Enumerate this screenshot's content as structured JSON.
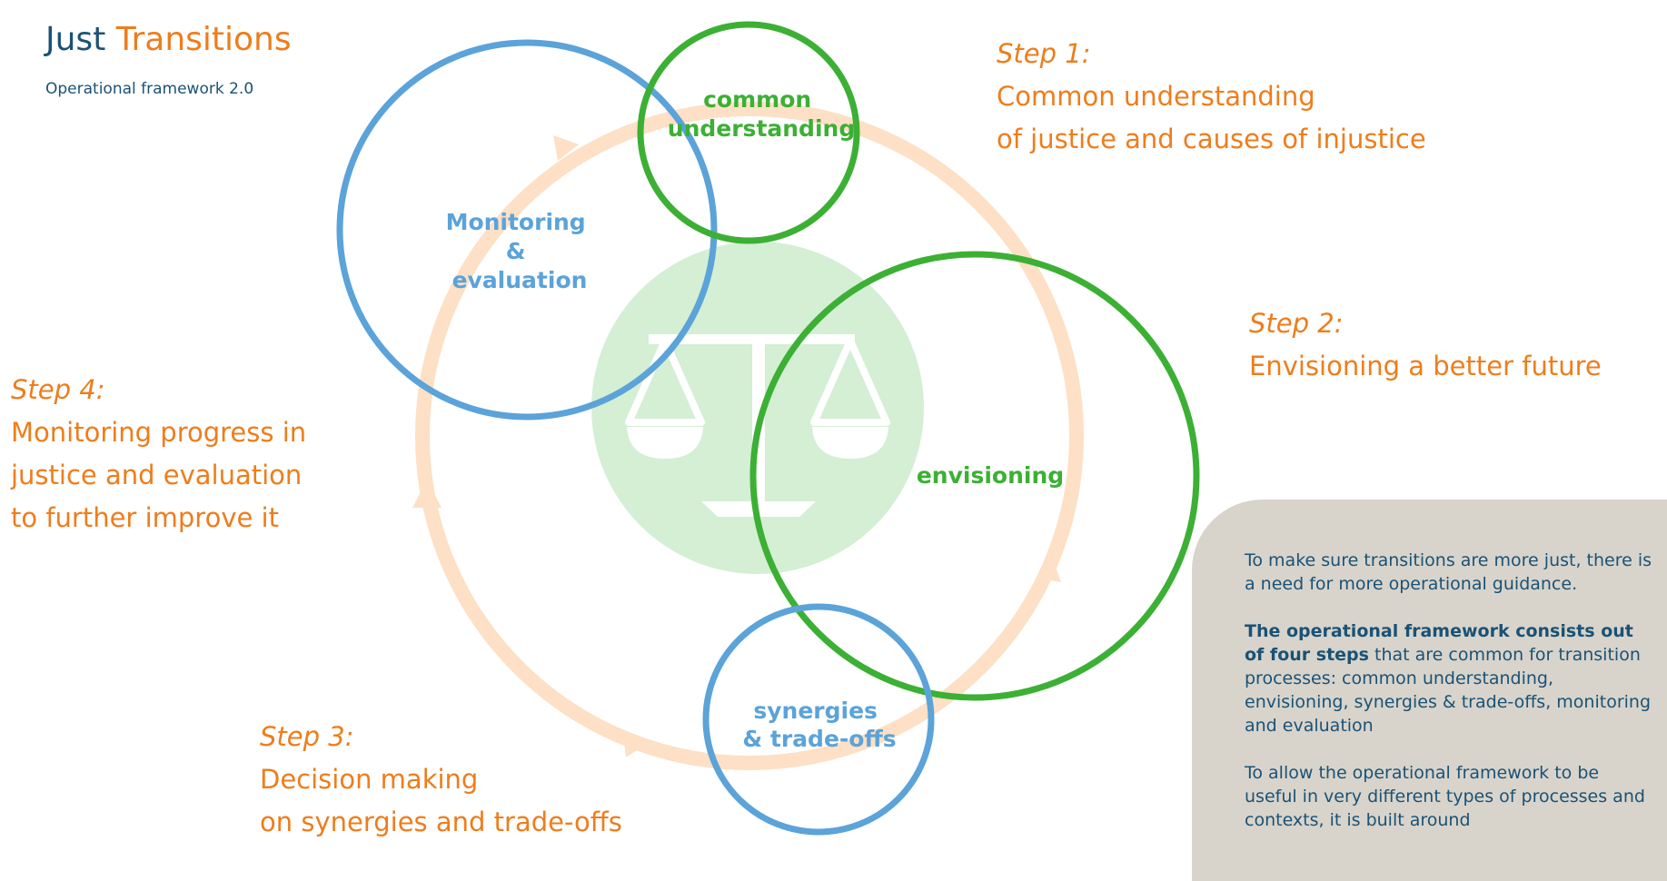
{
  "header": {
    "title_part1": "Just",
    "title_part2": "Transitions",
    "subtitle": "Operational framework 2.0"
  },
  "steps": [
    {
      "label": "Step 1:",
      "lines": [
        "Common understanding",
        "of justice and causes of injustice"
      ]
    },
    {
      "label": "Step 2:",
      "lines": [
        "Envisioning a better future"
      ]
    },
    {
      "label": "Step 3:",
      "lines": [
        "Decision making",
        "on synergies and trade-offs"
      ]
    },
    {
      "label": "Step 4:",
      "lines": [
        "Monitoring progress in",
        "justice and evaluation",
        "to further improve it"
      ]
    }
  ],
  "diagram": {
    "nodes": {
      "common": [
        "common",
        "understanding"
      ],
      "envisioning": [
        "envisioning"
      ],
      "synergies": [
        "synergies",
        "& trade-offs"
      ],
      "monitoring": [
        "Monitoring",
        "&",
        "evaluation"
      ]
    },
    "center_icon": "scales-of-justice-icon"
  },
  "info_box": {
    "para1": "To make sure transitions are more just, there is a need for more operational guidance.",
    "para2_bold": "The operational framework consists out of four steps",
    "para2_rest": " that are common for transition processes: common understanding, envisioning, synergies & trade-offs, monitoring and evaluation",
    "para3": "To allow the operational framework to be useful in very different types of processes and contexts, it is built around"
  },
  "colors": {
    "orange": "#ee7d1c",
    "navy": "#1a5276",
    "green": "#3cb034",
    "blue": "#5ba3d9",
    "cycle": "#fde0c5",
    "center": "#d4efd4",
    "box": "#d8d4cb"
  }
}
